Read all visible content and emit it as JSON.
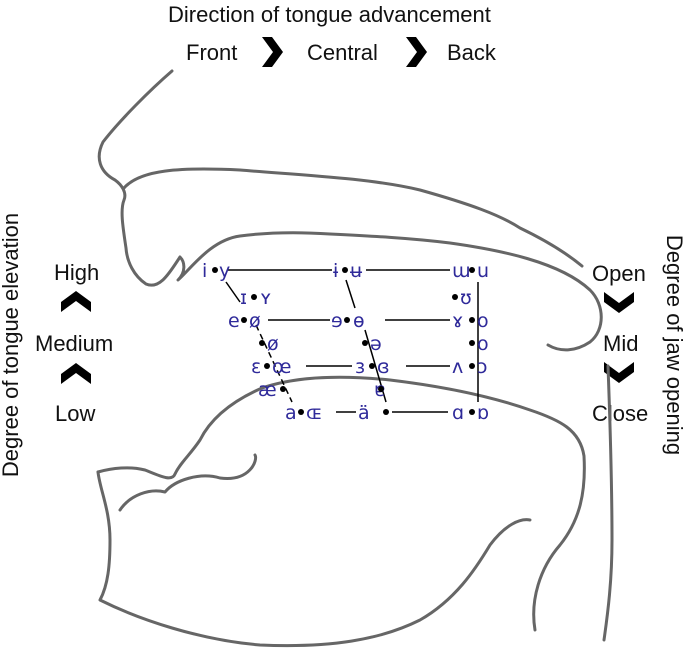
{
  "header": {
    "title": "Direction of tongue advancement",
    "front": "Front",
    "central": "Central",
    "back": "Back"
  },
  "left": {
    "axis_title": "Degree of tongue elevation",
    "high": "High",
    "medium": "Medium",
    "low": "Low"
  },
  "right": {
    "axis_title": "Degree of jaw opening",
    "open": "Open",
    "mid": "Mid",
    "close": "Close"
  },
  "colors": {
    "vowel": "#2f2a9a",
    "outline": "#666666"
  },
  "vowels": {
    "i": "i",
    "y": "y",
    "ɨ": "ɨ",
    "ʉ": "ʉ",
    "ɯ": "ɯ",
    "u": "u",
    "ɪ": "ɪ",
    "ʏ": "ʏ",
    "ʊ": "ʊ",
    "e": "e",
    "ø": "ø",
    "ɘ": "ɘ",
    "ɵ": "ɵ",
    "ɤ": "ɤ",
    "o": "o",
    "e_lowered": "ø",
    "ə": "ə",
    "o_lowered": "o",
    "ɛ": "ɛ",
    "œ": "œ",
    "ɜ": "ɜ",
    "ɞ": "ɞ",
    "ʌ": "ʌ",
    "ɔ": "ɔ",
    "æ": "æ",
    "ɐ": "ɐ",
    "a": "a",
    "ɶ": "ɶ",
    "ä": "ä",
    "ɑ": "ɑ",
    "ɒ": "ɒ"
  }
}
